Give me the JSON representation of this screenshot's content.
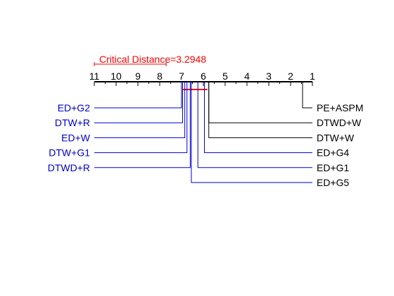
{
  "chart_data": {
    "type": "critical-difference-diagram",
    "critical_distance_label": "Critical Distance=3.2948",
    "critical_distance": 3.2948,
    "axis": {
      "ticks": [
        11,
        10,
        9,
        8,
        7,
        6,
        5,
        4,
        3,
        2,
        1
      ],
      "tick_labels": [
        "11",
        "10",
        "9",
        "8",
        "7",
        "6",
        "5",
        "4",
        "3",
        "2",
        "1"
      ],
      "range": [
        11,
        1
      ],
      "reversed": true
    },
    "methods": [
      {
        "name": "PE+ASPM",
        "rank": 1.45,
        "side": "right",
        "color": "#000000"
      },
      {
        "name": "DTWD+W",
        "rank": 5.75,
        "side": "right",
        "color": "#000000"
      },
      {
        "name": "DTW+W",
        "rank": 5.75,
        "side": "right",
        "color": "#000000"
      },
      {
        "name": "ED+G4",
        "rank": 5.95,
        "side": "right",
        "color": "#0000cc"
      },
      {
        "name": "ED+G1",
        "rank": 6.25,
        "side": "right",
        "color": "#0000cc"
      },
      {
        "name": "ED+G5",
        "rank": 6.55,
        "side": "right",
        "color": "#0000cc"
      },
      {
        "name": "ED+G2",
        "rank": 7.0,
        "side": "left",
        "color": "#0000cc"
      },
      {
        "name": "DTW+R",
        "rank": 6.95,
        "side": "left",
        "color": "#0000cc"
      },
      {
        "name": "ED+W",
        "rank": 6.85,
        "side": "left",
        "color": "#0000cc"
      },
      {
        "name": "DTW+G1",
        "rank": 6.75,
        "side": "left",
        "color": "#0000cc"
      },
      {
        "name": "DTWD+R",
        "rank": 6.6,
        "side": "left",
        "color": "#0000cc"
      }
    ],
    "cliques": [
      {
        "from": 5.75,
        "to": 7.0,
        "color": "#ff0000"
      }
    ],
    "colors": {
      "critical_distance": "#ff0000",
      "axis": "#000000",
      "clique": "#ff0000"
    }
  }
}
